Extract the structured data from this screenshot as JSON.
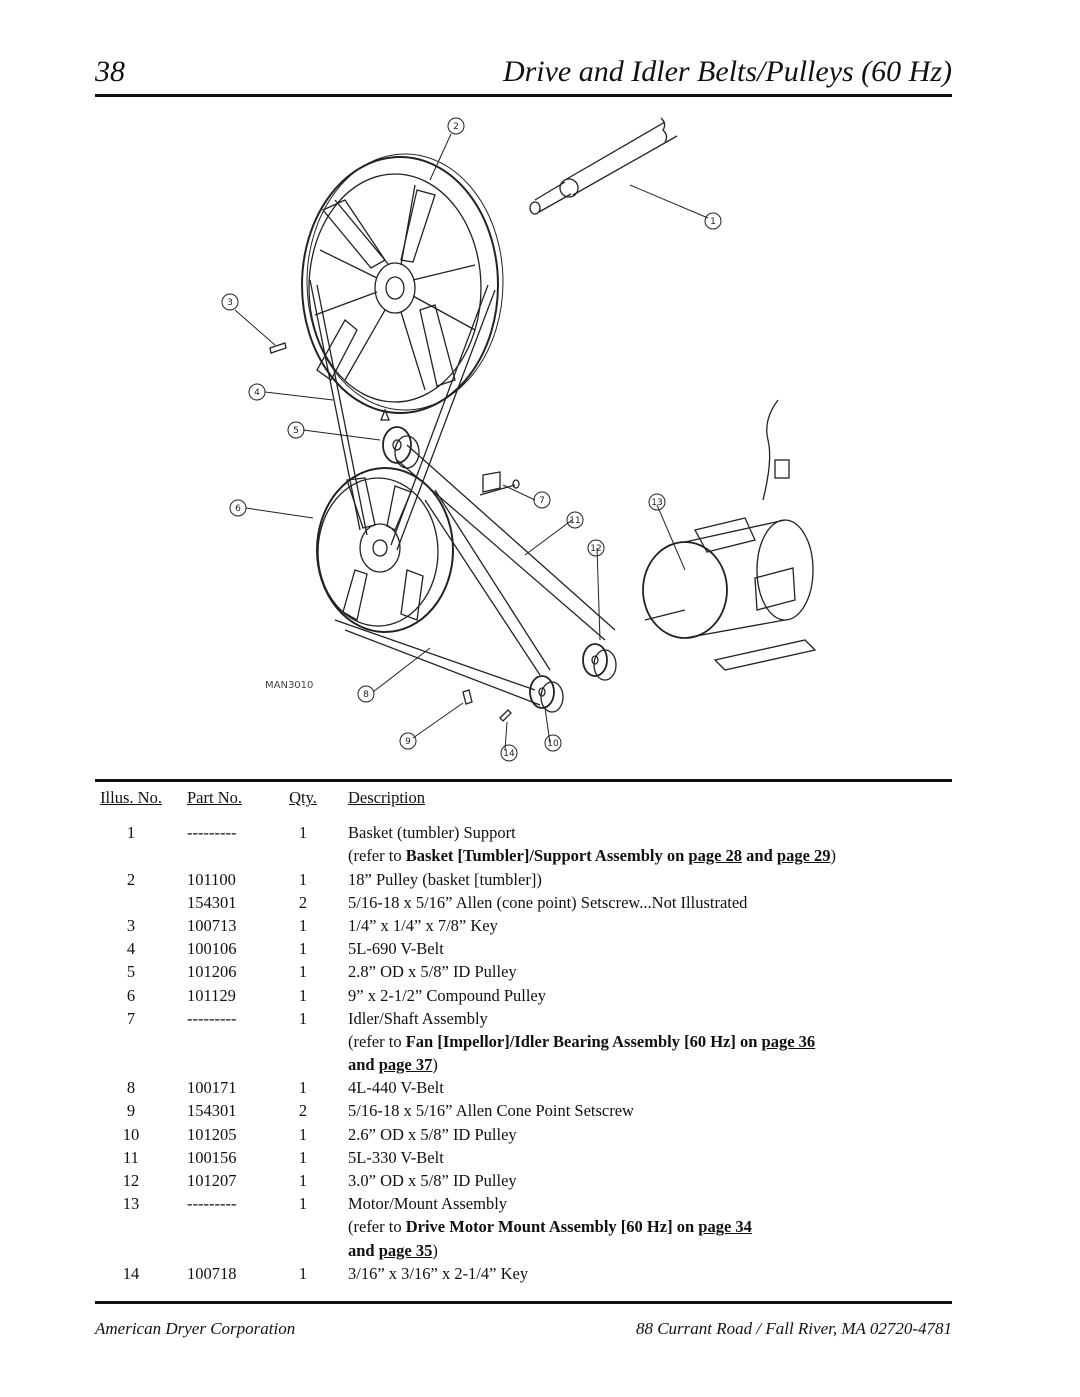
{
  "header": {
    "page_number": "38",
    "title": "Drive and Idler Belts/Pulleys (60 Hz)"
  },
  "diagram": {
    "drawing_id": "MAN3010",
    "callouts": [
      "1",
      "2",
      "3",
      "4",
      "5",
      "6",
      "7",
      "8",
      "9",
      "10",
      "11",
      "12",
      "13",
      "14"
    ]
  },
  "table": {
    "headers": {
      "illus": "Illus. No.",
      "part": "Part No.",
      "qty": "Qty.",
      "desc": "Description"
    },
    "rows": [
      {
        "illus": "1",
        "part": "---------",
        "qty": "1",
        "desc": "Basket (tumbler) Support"
      },
      {
        "ref": {
          "prefix": "(refer to ",
          "bold": "Basket [Tumbler]/Support Assembly on ",
          "link1": "page 28",
          "mid": " and ",
          "link2": "page 29",
          "suffix": ")"
        }
      },
      {
        "illus": "2",
        "part": "101100",
        "qty": "1",
        "desc": "18” Pulley (basket [tumbler])"
      },
      {
        "illus": "",
        "part": "154301",
        "qty": "2",
        "desc": "5/16-18 x 5/16” Allen (cone point) Setscrew...Not Illustrated"
      },
      {
        "illus": "3",
        "part": "100713",
        "qty": "1",
        "desc": "1/4” x 1/4” x 7/8” Key"
      },
      {
        "illus": "4",
        "part": "100106",
        "qty": "1",
        "desc": "5L-690 V-Belt"
      },
      {
        "illus": "5",
        "part": "101206",
        "qty": "1",
        "desc": "2.8” OD x 5/8” ID Pulley"
      },
      {
        "illus": "6",
        "part": "101129",
        "qty": "1",
        "desc": "9” x 2-1/2” Compound Pulley"
      },
      {
        "illus": "7",
        "part": "---------",
        "qty": "1",
        "desc": "Idler/Shaft Assembly"
      },
      {
        "ref": {
          "prefix": "(refer to ",
          "bold": "Fan [Impellor]/Idler Bearing Assembly [60 Hz] on ",
          "link1": "page 36",
          "mid": "",
          "link2": "",
          "suffix": ""
        }
      },
      {
        "ref": {
          "prefix": "",
          "bold": "and ",
          "link1": "page 37",
          "mid": "",
          "link2": "",
          "suffix": ")"
        }
      },
      {
        "illus": "8",
        "part": "100171",
        "qty": "1",
        "desc": "4L-440 V-Belt"
      },
      {
        "illus": "9",
        "part": "154301",
        "qty": "2",
        "desc": "5/16-18 x 5/16” Allen Cone Point Setscrew"
      },
      {
        "illus": "10",
        "part": "101205",
        "qty": "1",
        "desc": "2.6” OD x 5/8” ID Pulley"
      },
      {
        "illus": "11",
        "part": "100156",
        "qty": "1",
        "desc": "5L-330 V-Belt"
      },
      {
        "illus": "12",
        "part": "101207",
        "qty": "1",
        "desc": "3.0” OD x 5/8” ID Pulley"
      },
      {
        "illus": "13",
        "part": "---------",
        "qty": "1",
        "desc": "Motor/Mount Assembly"
      },
      {
        "ref": {
          "prefix": "(refer to ",
          "bold": "Drive Motor Mount Assembly [60 Hz] on ",
          "link1": "page 34",
          "mid": "",
          "link2": "",
          "suffix": ""
        }
      },
      {
        "ref": {
          "prefix": "",
          "bold": "and ",
          "link1": "page 35",
          "mid": "",
          "link2": "",
          "suffix": ")"
        }
      },
      {
        "illus": "14",
        "part": "100718",
        "qty": "1",
        "desc": "3/16” x 3/16” x 2-1/4” Key"
      }
    ]
  },
  "footer": {
    "left": "American Dryer Corporation",
    "right": "88 Currant Road / Fall River, MA 02720-4781"
  }
}
